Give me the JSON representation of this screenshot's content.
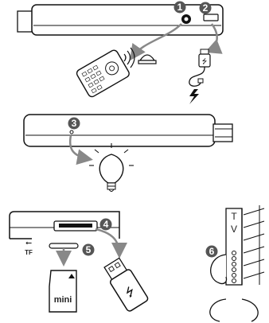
{
  "callouts": [
    "1",
    "2",
    "3",
    "4",
    "5",
    "6"
  ],
  "labels": {
    "tf": "TF",
    "mini": "mini",
    "tv_t": "T",
    "tv_v": "V"
  },
  "icons": {
    "remote": "remote-control-icon",
    "ir_receiver": "ir-receiver-icon",
    "usb_cable": "micro-usb-cable-icon",
    "power_bolt": "lightning-bolt-icon",
    "bulb": "light-bulb-icon",
    "sd_card": "microsd-card-icon",
    "usb_stick": "usb-flash-drive-icon",
    "usb_symbol": "usb-symbol-icon",
    "tv_side": "tv-side-panel-icon"
  },
  "colors": {
    "callout": "#555555",
    "arrow": "#888888",
    "line": "#111111"
  }
}
